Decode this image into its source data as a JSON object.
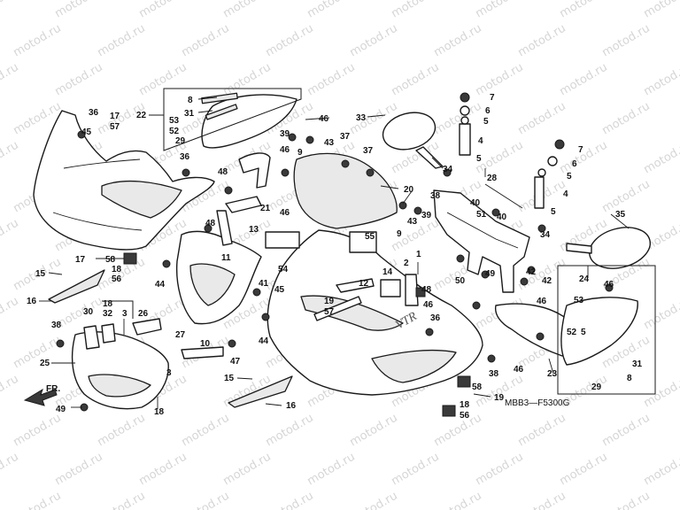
{
  "diagram": {
    "watermark_text": "motod.ru",
    "diagram_code": "MBB3—F5300G",
    "front_indicator": "FR.",
    "fairing_logo": "VTR",
    "callouts": [
      "1",
      "2",
      "3",
      "4",
      "5",
      "6",
      "7",
      "8",
      "9",
      "10",
      "11",
      "12",
      "13",
      "14",
      "15",
      "16",
      "17",
      "18",
      "19",
      "20",
      "21",
      "22",
      "23",
      "24",
      "25",
      "26",
      "27",
      "28",
      "29",
      "30",
      "31",
      "32",
      "33",
      "34",
      "35",
      "36",
      "37",
      "38",
      "39",
      "40",
      "41",
      "42",
      "43",
      "44",
      "45",
      "46",
      "47",
      "48",
      "49",
      "50",
      "51",
      "52",
      "53",
      "54",
      "55",
      "56",
      "57",
      "58"
    ]
  }
}
